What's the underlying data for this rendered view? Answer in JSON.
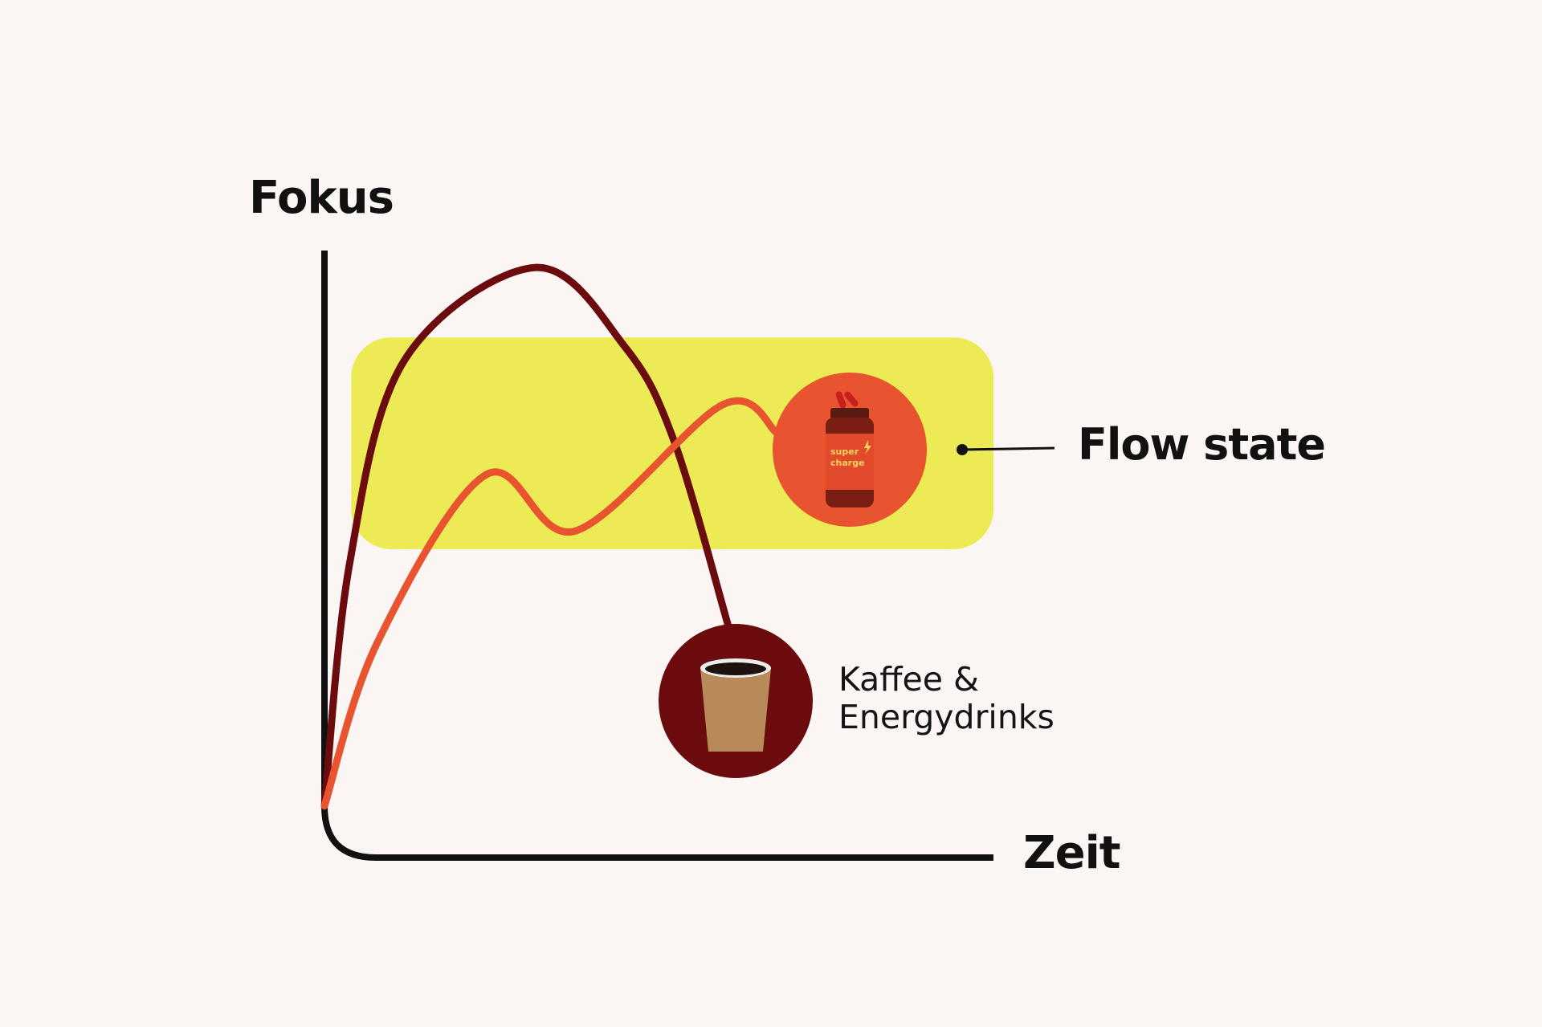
{
  "chart_data": {
    "type": "line",
    "title": "",
    "xlabel": "Zeit",
    "ylabel": "Fokus",
    "xlim": [
      0,
      100
    ],
    "ylim": [
      0,
      100
    ],
    "grid": false,
    "band": {
      "label": "Flow state",
      "x": [
        4,
        100
      ],
      "y": [
        50.8,
        85.7
      ],
      "color": "#ECEB55"
    },
    "series": [
      {
        "name": "Kaffee & Energydrinks",
        "label_lines": [
          "Kaffee &",
          "Energydrinks"
        ],
        "color": "#6B0B0E",
        "icon": "coffee-cup",
        "x": [
          0,
          3.8,
          12,
          31.6,
          45,
          52.3,
          60.3
        ],
        "y": [
          8.5,
          48.7,
          82,
          97.2,
          84,
          68.5,
          38.4
        ]
      },
      {
        "name": "super charge",
        "color": "#E85430",
        "icon": "supplement-bottle",
        "x": [
          0,
          7.9,
          24.2,
          37.5,
          59.5,
          67.6
        ],
        "y": [
          8.5,
          35.4,
          63.1,
          53.8,
          74.6,
          70
        ]
      }
    ],
    "product_label": {
      "line1": "super",
      "line2": "charge"
    }
  },
  "colors": {
    "axis": "#111111",
    "background": "#FBF5F3"
  }
}
